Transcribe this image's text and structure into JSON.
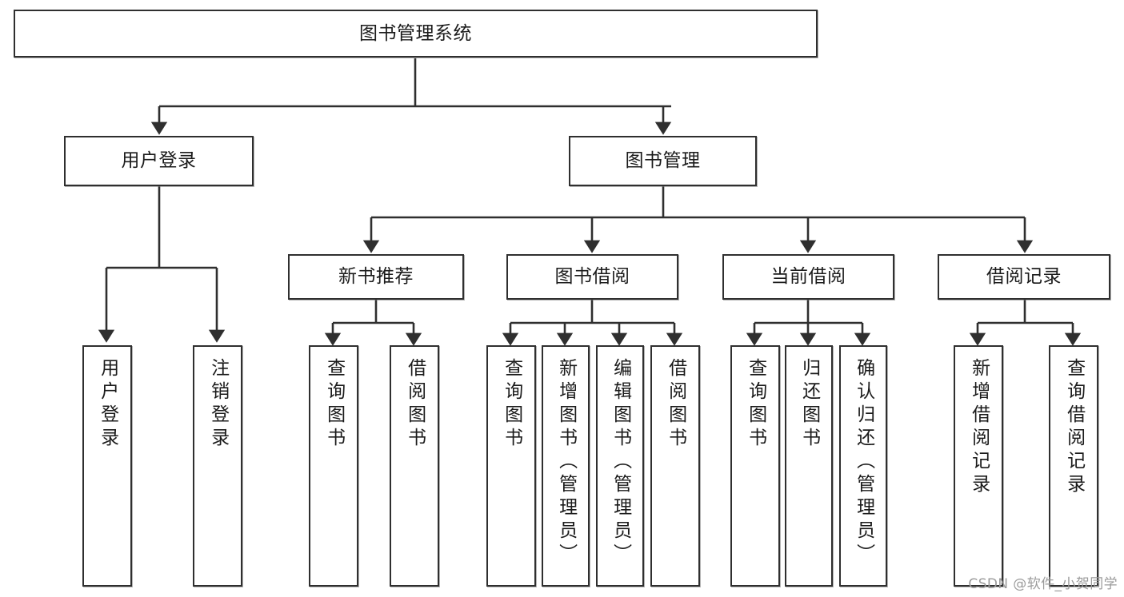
{
  "diagram": {
    "title": "图书管理系统",
    "watermark": "CSDN @软件_小贺同学",
    "colors": {
      "box_border": "#2f2f2f",
      "box_fill": "#ffffff",
      "connector": "#2f2f2f",
      "text": "#1b1b1b",
      "watermark": "#9b9b9b",
      "background": "#ffffff"
    },
    "levels": {
      "level1": [
        {
          "id": "root",
          "label": "图书管理系统"
        }
      ],
      "level2": [
        {
          "id": "user-login",
          "label": "用户登录"
        },
        {
          "id": "book-management",
          "label": "图书管理"
        }
      ],
      "level3": [
        {
          "id": "new-book-recommend",
          "label": "新书推荐"
        },
        {
          "id": "book-borrow",
          "label": "图书借阅"
        },
        {
          "id": "current-borrow",
          "label": "当前借阅"
        },
        {
          "id": "borrow-record",
          "label": "借阅记录"
        }
      ],
      "level4": [
        {
          "id": "leaf-user-login",
          "label": "用户登录",
          "parent": "user-login"
        },
        {
          "id": "leaf-logout-login",
          "label": "注销登录",
          "parent": "user-login"
        },
        {
          "id": "leaf-query-book-1",
          "label": "查询图书",
          "parent": "new-book-recommend"
        },
        {
          "id": "leaf-borrow-book-1",
          "label": "借阅图书",
          "parent": "new-book-recommend"
        },
        {
          "id": "leaf-query-book-2",
          "label": "查询图书",
          "parent": "book-borrow"
        },
        {
          "id": "leaf-add-book",
          "label": "新增图书（管理员）",
          "parent": "book-borrow"
        },
        {
          "id": "leaf-edit-book",
          "label": "编辑图书（管理员）",
          "parent": "book-borrow"
        },
        {
          "id": "leaf-borrow-book-2",
          "label": "借阅图书",
          "parent": "book-borrow"
        },
        {
          "id": "leaf-query-book-3",
          "label": "查询图书",
          "parent": "current-borrow"
        },
        {
          "id": "leaf-return-book",
          "label": "归还图书",
          "parent": "current-borrow"
        },
        {
          "id": "leaf-confirm-return",
          "label": "确认归还（管理员）",
          "parent": "current-borrow"
        },
        {
          "id": "leaf-add-record",
          "label": "新增借阅记录",
          "parent": "borrow-record"
        },
        {
          "id": "leaf-query-record",
          "label": "查询借阅记录",
          "parent": "borrow-record"
        }
      ]
    }
  }
}
